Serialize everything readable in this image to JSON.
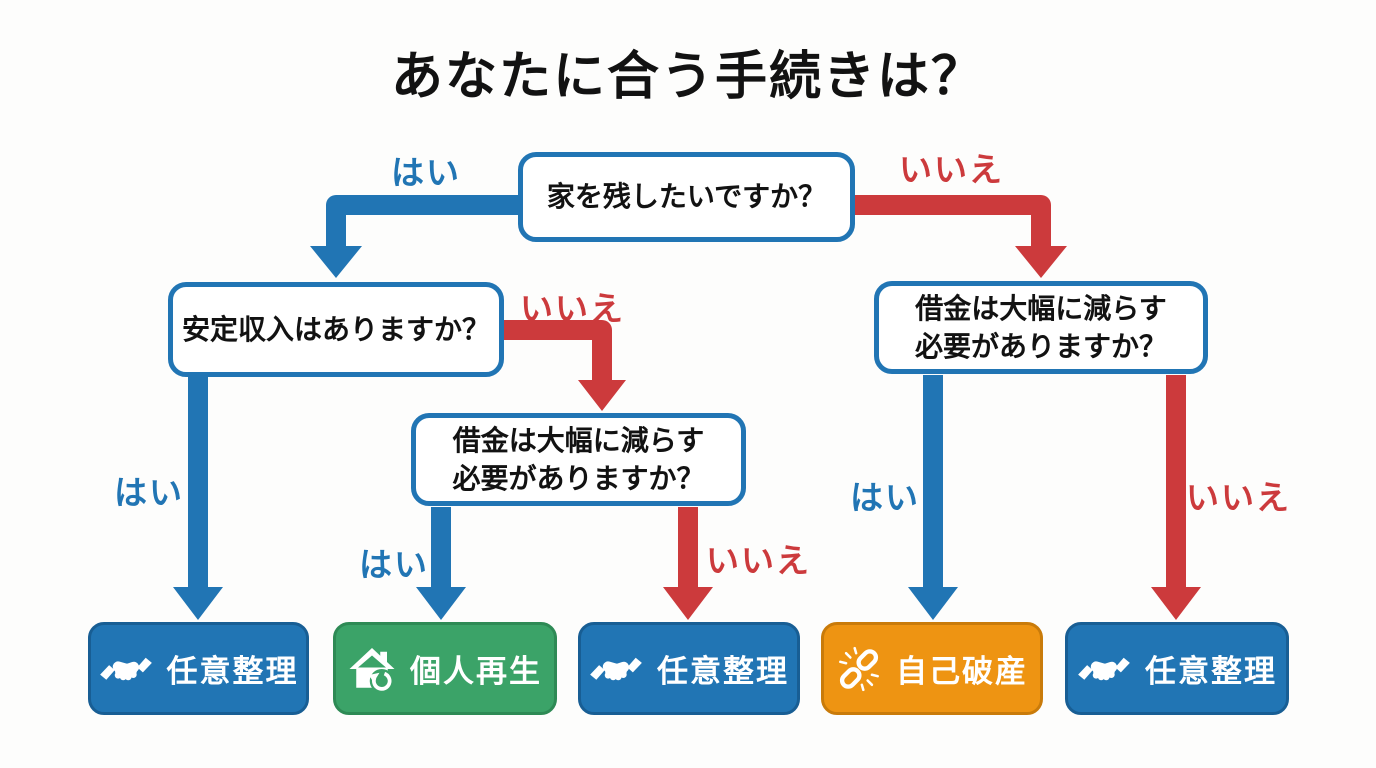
{
  "title": "あなたに合う手続きは？",
  "colors": {
    "blue": "#2175b4",
    "blue_dark": "#185e94",
    "red": "#cc3a3c",
    "green": "#3ba368",
    "green_dark": "#2e8a55",
    "orange": "#ee9412",
    "orange_dark": "#c97b0a",
    "ink": "#121212",
    "background": "#fdfdfc",
    "box_bg": "#ffffff"
  },
  "labels": {
    "yes": "はい",
    "no": "いいえ"
  },
  "questions": {
    "keep_house": "家を残したいですか？",
    "stable_income": "安定収入はありますか？",
    "reduce_debt_left": "借金は大幅に減らす\n必要がありますか？",
    "reduce_debt_right": "借金は大幅に減らす\n必要がありますか？"
  },
  "results": [
    {
      "label": "任意整理",
      "icon": "handshake-icon",
      "color": "blue"
    },
    {
      "label": "個人再生",
      "icon": "house-renewal-icon",
      "color": "green"
    },
    {
      "label": "任意整理",
      "icon": "handshake-icon",
      "color": "blue"
    },
    {
      "label": "自己破産",
      "icon": "broken-chain-icon",
      "color": "orange"
    },
    {
      "label": "任意整理",
      "icon": "handshake-icon",
      "color": "blue"
    }
  ]
}
